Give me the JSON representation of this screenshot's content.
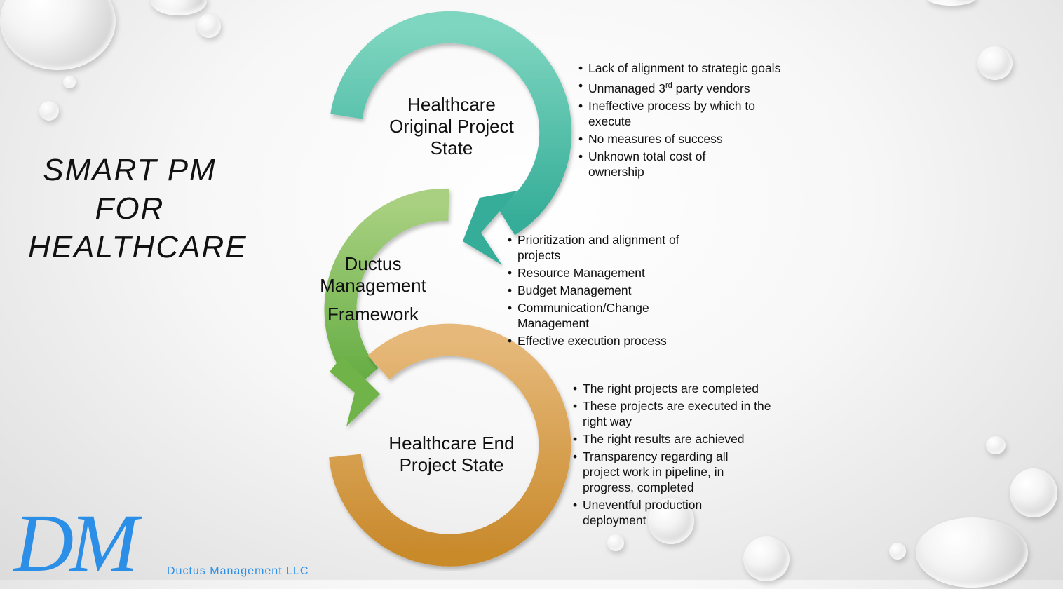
{
  "title": {
    "line1": "SMART PM",
    "line2": "FOR",
    "line3": "HEALTHCARE"
  },
  "stages": [
    {
      "label_lines": [
        "Healthcare",
        "Original Project",
        "State"
      ]
    },
    {
      "label_lines": [
        "Ductus",
        "Management",
        "Framework"
      ]
    },
    {
      "label_lines": [
        "Healthcare End",
        "Project State"
      ]
    }
  ],
  "lists": {
    "original_state": [
      "Lack of alignment to strategic goals",
      {
        "pre": "Unmanaged 3",
        "sup": "rd",
        "post": " party vendors"
      },
      "Ineffective process by which to execute",
      "No measures of success",
      "Unknown total cost of ownership"
    ],
    "framework": [
      "Prioritization and alignment of projects",
      "Resource Management",
      "Budget Management",
      "Communication/Change Management",
      "Effective execution process"
    ],
    "end_state": [
      "The right projects are completed",
      "These projects are executed in the right way",
      "The right results are achieved",
      "Transparency regarding all project work in pipeline, in progress, completed",
      "Uneventful  production deployment"
    ]
  },
  "logo": {
    "mark": "DM",
    "company": "Ductus Management LLC"
  },
  "colors": {
    "teal_light": "#7fd6c0",
    "teal_dark": "#35ad98",
    "green_light": "#a8d080",
    "green_dark": "#66ad44",
    "orange_light": "#e6b97a",
    "orange_dark": "#c98a2c",
    "logo_blue": "#2b8fe8"
  },
  "icons": {
    "bullet": "bullet-dot-icon",
    "arrows": "curved-arrow-icon"
  }
}
